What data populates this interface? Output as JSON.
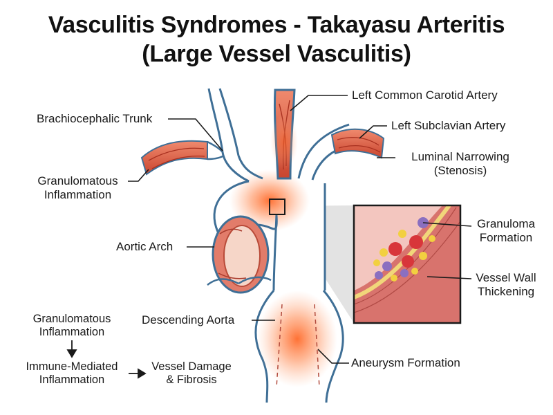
{
  "title": {
    "line1": "Vasculitis Syndromes - Takayasu Arteritis",
    "line2": "(Large Vessel Vasculitis)"
  },
  "labels": {
    "brachiocephalic": "Brachiocephalic Trunk",
    "left_common_carotid": "Left Common Carotid Artery",
    "left_subclavian": "Left Subclavian Artery",
    "luminal_narrowing_1": "Luminal Narrowing",
    "luminal_narrowing_2": "(Stenosis)",
    "granulomatous_1": "Granulomatous",
    "granulomatous_2": "Inflammation",
    "aortic_arch": "Aortic Arch",
    "granuloma_1": "Granuloma",
    "granuloma_2": "Formation",
    "wall_thickening_1": "Vessel Wall",
    "wall_thickening_2": "Thickening",
    "descending_aorta": "Descending Aorta",
    "aneurysm": "Aneurysm Formation"
  },
  "flowchart": {
    "step1_line1": "Granulomatous",
    "step1_line2": "Inflammation",
    "step2_line1": "Immune-Mediated",
    "step2_line2": "Inflammation",
    "step3_line1": "Vessel Damage",
    "step3_line2": "& Fibrosis"
  },
  "colors": {
    "vessel_outline": "#3f6f96",
    "inflamed_vessel": "#d9604a",
    "hotspot": "#ff7a3d",
    "inset_tissue": "#e7a09a",
    "granuloma_red": "#d8363a",
    "granuloma_purple": "#8a6fc0",
    "granuloma_yellow": "#f2d040"
  }
}
